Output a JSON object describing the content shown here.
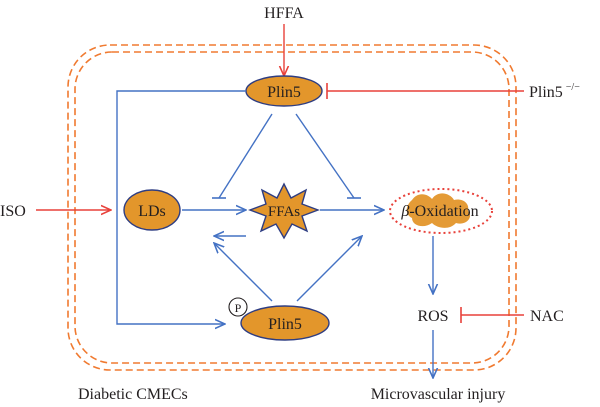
{
  "diagram": {
    "inputs": {
      "hffa": "HFFA",
      "iso": "ISO",
      "plin5_knockout": "Plin5",
      "plin5_knockout_sup": "−/−",
      "nac": "NAC"
    },
    "nodes": {
      "plin5_top": "Plin5",
      "lds": "LDs",
      "ffas": "FFAs",
      "beta_symbol": "β",
      "oxidation": "-Oxidation",
      "phospho": "P",
      "plin5_bottom": "Plin5",
      "ros": "ROS"
    },
    "labels": {
      "cell": "Diabetic CMECs",
      "outcome": "Microvascular injury"
    },
    "colors": {
      "node_fill": "#e3962b",
      "node_stroke": "#2e3d82",
      "activation_arrow": "#4472c4",
      "inhibition_red": "#e8413a",
      "membrane": "#f07a30",
      "text": "#231f20"
    }
  }
}
